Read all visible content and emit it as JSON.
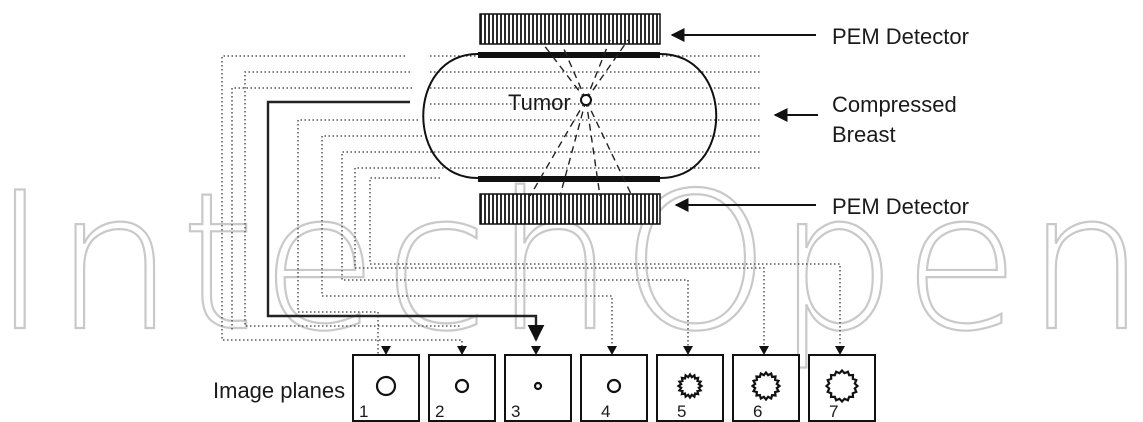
{
  "watermark": "IntechOpen",
  "labels": {
    "detector_top": "PEM Detector",
    "breast_line1": "Compressed",
    "breast_line2": "Breast",
    "detector_bottom": "PEM Detector",
    "tumor": "Tumor",
    "image_planes": "Image planes"
  },
  "planes": [
    {
      "number": "1",
      "radius": 9,
      "spiky": false
    },
    {
      "number": "2",
      "radius": 6,
      "spiky": false
    },
    {
      "number": "3",
      "radius": 3,
      "spiky": false
    },
    {
      "number": "4",
      "radius": 6,
      "spiky": false
    },
    {
      "number": "5",
      "radius": 9,
      "spiky": true
    },
    {
      "number": "6",
      "radius": 11,
      "spiky": true
    },
    {
      "number": "7",
      "radius": 13,
      "spiky": true
    }
  ],
  "colors": {
    "ink": "#1a1a1a",
    "watermark": "#c9c9c9"
  }
}
